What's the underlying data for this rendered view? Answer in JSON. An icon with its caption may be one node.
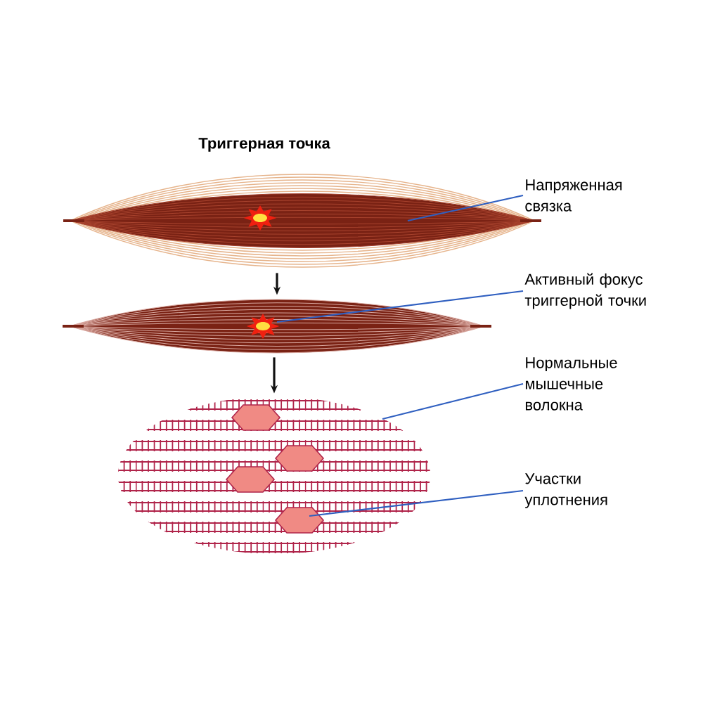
{
  "diagram": {
    "title": "Триггерная точка",
    "nodes": [
      {
        "text": [],
        "shape": "picture"
      },
      {
        "text": [
          "Напряженная связка"
        ]
      },
      {
        "text": [],
        "shape": "picture"
      },
      {
        "text": [
          "Активный фокус триггерной точки"
        ]
      },
      {
        "text": [],
        "shape": "picture"
      },
      {
        "text": [
          "Нормальные мышечные волокна"
        ]
      },
      {
        "text": [
          "Участки уплотнения"
        ]
      }
    ],
    "edges": [
      {
        "from": 0,
        "to": 2,
        "arrow": "to",
        "color": "#111111"
      },
      {
        "from": 2,
        "to": 4,
        "arrow": "to",
        "color": "#111111"
      },
      {
        "from": 1,
        "to": 0,
        "arrow": "none"
      },
      {
        "from": 3,
        "to": 2,
        "arrow": "none"
      },
      {
        "from": 5,
        "to": 4,
        "arrow": "none"
      },
      {
        "from": 6,
        "to": 4,
        "arrow": "none"
      }
    ]
  }
}
